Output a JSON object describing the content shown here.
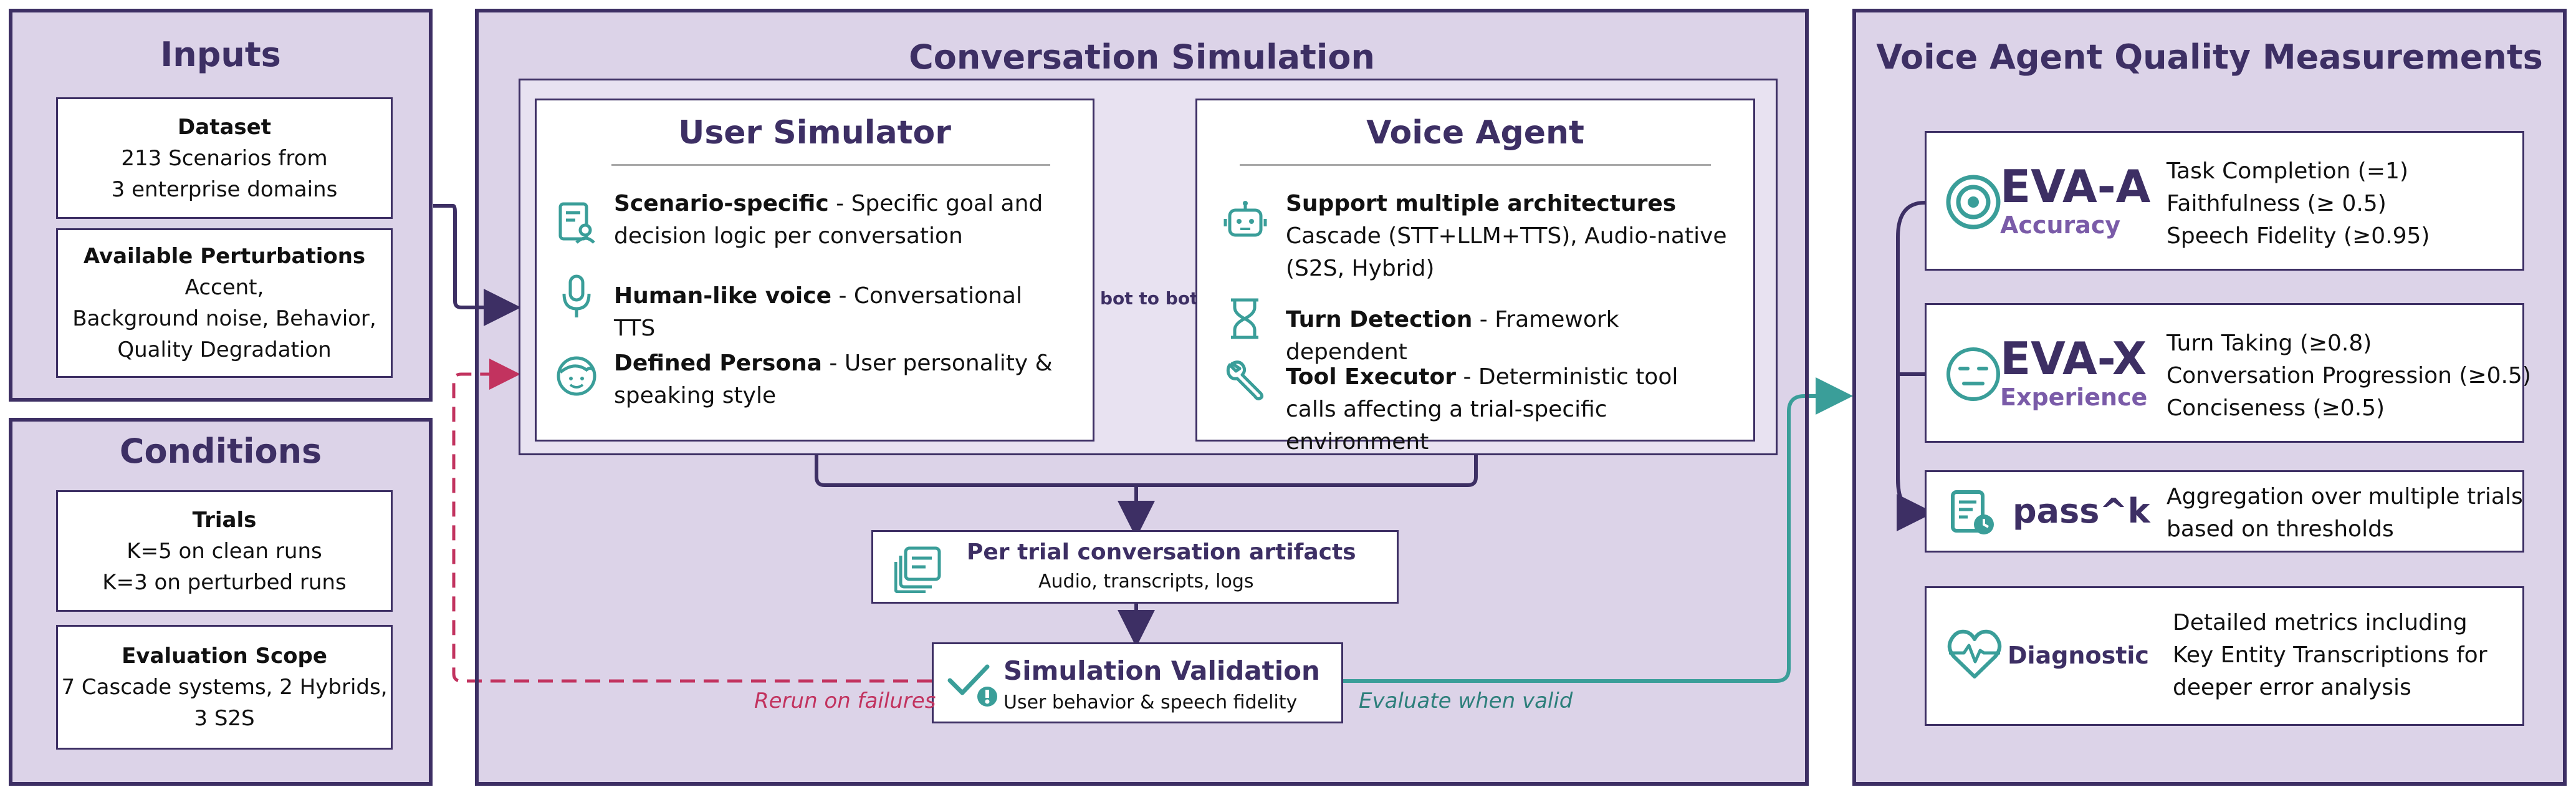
{
  "inputs": {
    "title": "Inputs",
    "dataset": {
      "heading": "Dataset",
      "lines": [
        "213 Scenarios from",
        "3 enterprise domains"
      ]
    },
    "perturbations": {
      "heading": "Available Perturbations",
      "lines": [
        "Accent,",
        "Background noise, Behavior,",
        "Quality Degradation"
      ]
    }
  },
  "conditions": {
    "title": "Conditions",
    "trials": {
      "heading": "Trials",
      "lines": [
        "K=5 on clean runs",
        "K=3 on perturbed runs"
      ]
    },
    "scope": {
      "heading": "Evaluation Scope",
      "lines": [
        "7 Cascade systems, 2 Hybrids,",
        "3 S2S"
      ]
    }
  },
  "simulation": {
    "title": "Conversation Simulation",
    "user_sim": {
      "title": "User Simulator",
      "features": [
        {
          "bold": "Scenario-specific",
          "text": " - Specific goal and decision logic per conversation",
          "icon": "scenario-document-icon"
        },
        {
          "bold": "Human-like voice",
          "text": " - Conversational TTS",
          "icon": "microphone-icon"
        },
        {
          "bold": "Defined Persona",
          "text": " - User personality & speaking style",
          "icon": "persona-face-icon"
        }
      ]
    },
    "voice_agent": {
      "title": "Voice Agent",
      "features": [
        {
          "bold": "Support multiple architectures",
          "text": "Cascade (STT+LLM+TTS), Audio-native (S2S, Hybrid)",
          "icon": "robot-icon"
        },
        {
          "bold": "Turn Detection",
          "text": " - Framework dependent",
          "icon": "hourglass-icon"
        },
        {
          "bold": "Tool Executor",
          "text": " - Deterministic tool calls affecting a trial-specific environment",
          "icon": "wrench-icon"
        }
      ]
    },
    "bot_label": "bot to bot",
    "artifacts": {
      "title": "Per trial conversation artifacts",
      "subtitle": "Audio, transcripts, logs"
    },
    "validation": {
      "title": "Simulation Validation",
      "subtitle": "User behavior & speech fidelity"
    },
    "rerun_label": "Rerun on failures",
    "evaluate_label": "Evaluate when valid"
  },
  "measurements": {
    "title": "Voice Agent Quality Measurements",
    "eva_a": {
      "name": "EVA-A",
      "sub": "Accuracy",
      "metrics": [
        "Task Completion (=1)",
        "Faithfulness (≥ 0.5)",
        "Speech Fidelity (≥0.95)"
      ]
    },
    "eva_x": {
      "name": "EVA-X",
      "sub": "Experience",
      "metrics": [
        "Turn Taking (≥0.8)",
        "Conversation Progression (≥0.5)",
        "Conciseness (≥0.5)"
      ]
    },
    "passk": {
      "name": "pass^k",
      "desc": [
        "Aggregation over multiple trials",
        "based on thresholds"
      ]
    },
    "diagnostic": {
      "name": "Diagnostic",
      "desc": [
        "Detailed metrics including",
        "Key Entity Transcriptions for",
        "deeper error analysis"
      ]
    }
  },
  "colors": {
    "navy": "#3d2f64",
    "teal": "#3a9e99",
    "crimson": "#c2335f",
    "purple": "#7a5ba8",
    "panel": "#dcd3e8"
  }
}
